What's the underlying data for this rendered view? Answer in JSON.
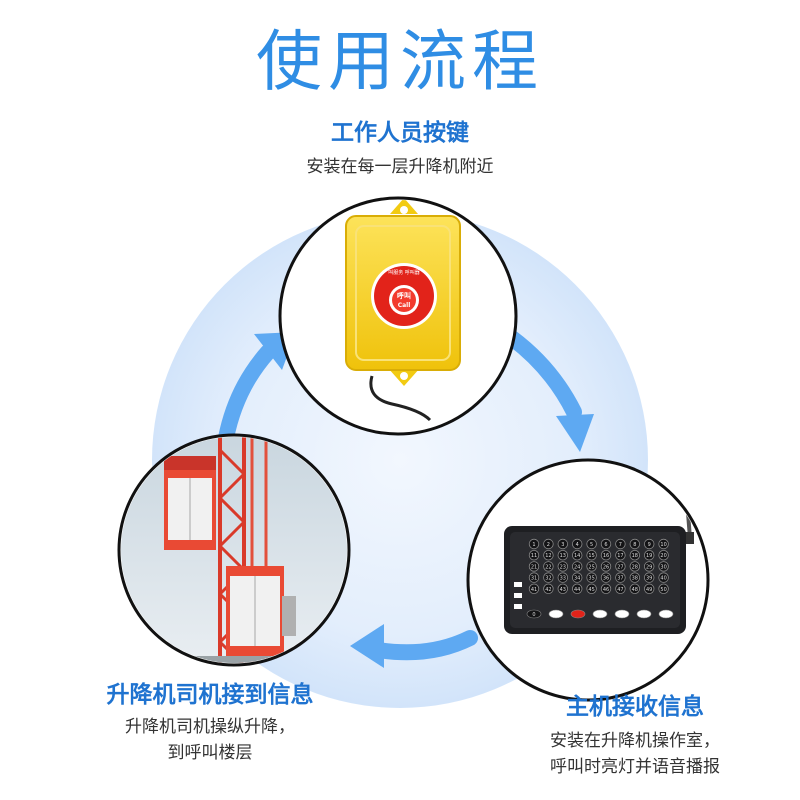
{
  "title": "使用流程",
  "steps": [
    {
      "title": "工作人员按键",
      "desc": [
        "安装在每一层升降机附近"
      ]
    },
    {
      "title": "主机接收信息",
      "desc": [
        "安装在升降机操作室，",
        "呼叫时亮灯并语音播报"
      ]
    },
    {
      "title": "升降机司机接到信息",
      "desc": [
        "升降机司机操纵升降，",
        "到呼叫楼层"
      ]
    }
  ],
  "button_device": {
    "center_text": [
      "呼叫",
      "Call"
    ],
    "ring_text": "叫服务  呼叫器"
  },
  "host_keypad": {
    "numbers": [
      1,
      2,
      3,
      4,
      5,
      6,
      7,
      8,
      9,
      10,
      11,
      12,
      13,
      14,
      15,
      16,
      17,
      18,
      19,
      20,
      21,
      22,
      23,
      24,
      25,
      26,
      27,
      28,
      29,
      30,
      31,
      32,
      33,
      34,
      35,
      36,
      37,
      38,
      39,
      40,
      41,
      42,
      43,
      44,
      45,
      46,
      47,
      48,
      49,
      50
    ],
    "bottom_keys": [
      "0",
      "",
      "",
      "",
      "",
      "",
      ""
    ]
  },
  "colors": {
    "accent": "#2f8de4",
    "heading": "#1f73d0",
    "arrow": "#5ea9f2",
    "halo": "#dbe9fb",
    "button_yellow": "#f7d21c",
    "button_red": "#e2231a"
  }
}
